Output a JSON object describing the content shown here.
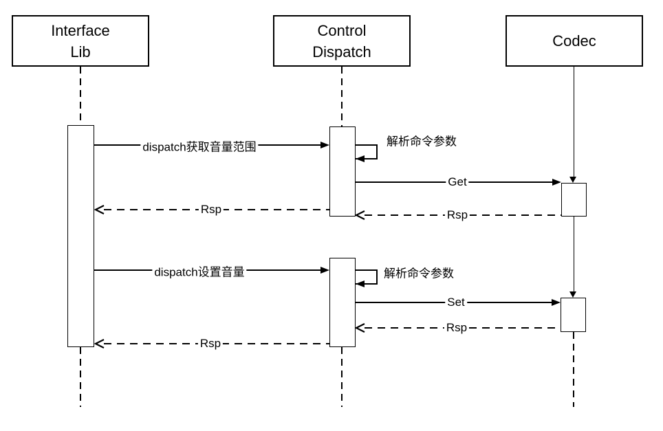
{
  "actors": [
    {
      "name": "Interface Lib",
      "lines": [
        "Interface",
        "Lib"
      ]
    },
    {
      "name": "Control Dispatch",
      "lines": [
        "Control",
        "Dispatch"
      ]
    },
    {
      "name": "Codec",
      "lines": [
        "Codec"
      ]
    }
  ],
  "messages": {
    "get_volume_range": "dispatch获取音量范围",
    "parse_cmd_params_1": "解析命令参数",
    "get": "Get",
    "rsp_codec_to_dispatch_1": "Rsp",
    "rsp_dispatch_to_lib_1": "Rsp",
    "set_volume": "dispatch设置音量",
    "parse_cmd_params_2": "解析命令参数",
    "set": "Set",
    "rsp_codec_to_dispatch_2": "Rsp",
    "rsp_dispatch_to_lib_2": "Rsp"
  },
  "colors": {
    "line": "#000000",
    "background": "#ffffff"
  }
}
